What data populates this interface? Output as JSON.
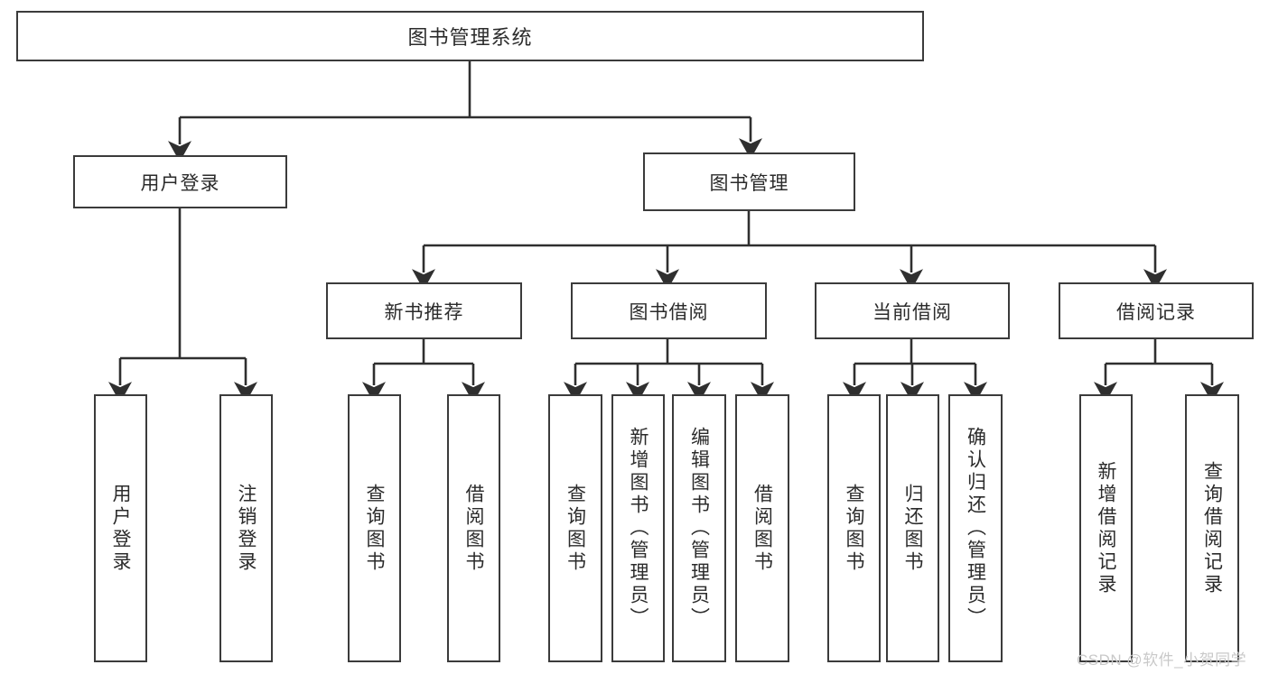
{
  "diagram": {
    "type": "tree",
    "title": "图书管理系统",
    "watermark": "CSDN @软件_小贺同学",
    "colors": {
      "box_border": "#3b3b3b",
      "box_fill": "#ffffff",
      "connector": "#2f2f2f",
      "text": "#2b2b2b",
      "watermark": "#c9c9c9"
    },
    "root": {
      "label": "图书管理系统"
    },
    "level1": [
      {
        "label": "用户登录"
      },
      {
        "label": "图书管理"
      }
    ],
    "level2": [
      {
        "label": "新书推荐"
      },
      {
        "label": "图书借阅"
      },
      {
        "label": "当前借阅"
      },
      {
        "label": "借阅记录"
      }
    ],
    "leaves": {
      "user_login": [
        {
          "label": "用户登录"
        },
        {
          "label": "注销登录"
        }
      ],
      "new_book_recommend": [
        {
          "label": "查询图书"
        },
        {
          "label": "借阅图书"
        }
      ],
      "book_borrow": [
        {
          "label": "查询图书"
        },
        {
          "label": "新增图书（管理员）"
        },
        {
          "label": "编辑图书（管理员）"
        },
        {
          "label": "借阅图书"
        }
      ],
      "current_borrow": [
        {
          "label": "查询图书"
        },
        {
          "label": "归还图书"
        },
        {
          "label": "确认归还（管理员）"
        }
      ],
      "borrow_records": [
        {
          "label": "新增借阅记录"
        },
        {
          "label": "查询借阅记录"
        }
      ]
    }
  }
}
